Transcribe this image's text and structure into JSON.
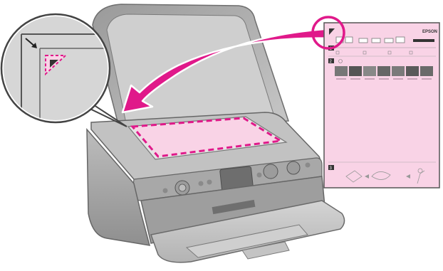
{
  "diagram": {
    "description_labels": {
      "zoom_callout": "magnified-corner-alignment-mark",
      "arrow": "place-sheet-face-down-arrow"
    },
    "index_sheet": {
      "brand": "EPSON",
      "section_numbers": [
        "1",
        "2",
        "3"
      ]
    },
    "colors": {
      "accent_magenta": "#e0198a",
      "sheet_pink": "#f9d3e6",
      "printer_gray": "#a9a9a9",
      "glass_gray": "#d9d9d9"
    },
    "icons": [
      "corner-triangle-icon",
      "alignment-arrow-icon",
      "printer-illustration",
      "index-sheet-illustration"
    ]
  }
}
